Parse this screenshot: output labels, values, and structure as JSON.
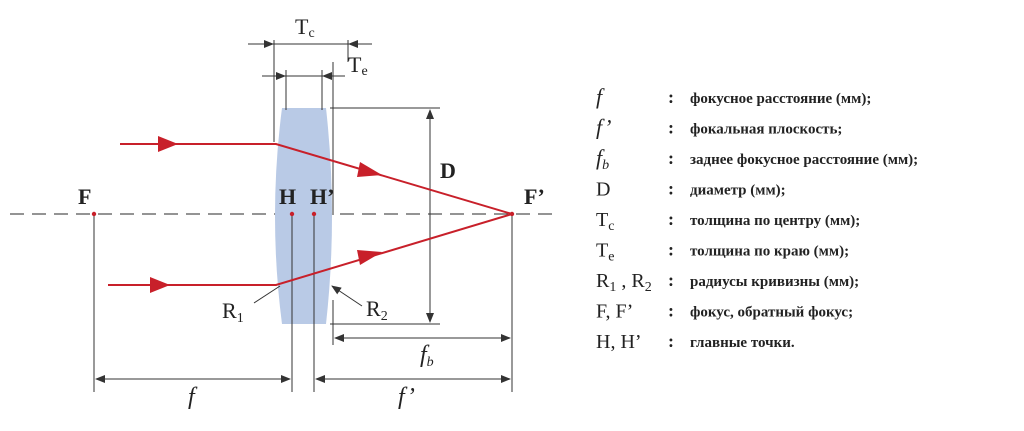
{
  "colors": {
    "ray": "#c8202a",
    "lens": "#b9cae6",
    "line": "#333333",
    "axis": "#555555"
  },
  "labels": {
    "F": "F",
    "F_prime": "F’",
    "H": "H",
    "H_prime": "H’",
    "D": "D",
    "Tc_main": "T",
    "Tc_sub": "c",
    "Te_main": "T",
    "Te_sub": "e",
    "R1_main": "R",
    "R1_sub": "1",
    "R2_main": "R",
    "R2_sub": "2",
    "f": "f",
    "f_prime": "f’",
    "fb_main": "f",
    "fb_sub": "b"
  },
  "legend": [
    {
      "sym": "f",
      "sub": "",
      "italic": true,
      "desc": "фокусное расстояние (мм);"
    },
    {
      "sym": "f’",
      "sub": "",
      "italic": true,
      "desc": "фокальная плоскость;"
    },
    {
      "sym": "f",
      "sub": "b",
      "italic": true,
      "desc": "заднее фокусное расстояние (мм);"
    },
    {
      "sym": "D",
      "sub": "",
      "italic": false,
      "desc": "диаметр (мм);"
    },
    {
      "sym": "T",
      "sub": "c",
      "italic": false,
      "desc": "толщина по центру (мм);"
    },
    {
      "sym": "T",
      "sub": "e",
      "italic": false,
      "desc": "толщина по краю (мм);"
    },
    {
      "sym": "R",
      "sub": "1",
      "sym2": " , R",
      "sub2": "2",
      "italic": false,
      "desc": "радиусы кривизны (мм);"
    },
    {
      "sym": "F, F’",
      "sub": "",
      "italic": false,
      "desc": "фокус, обратный фокус;"
    },
    {
      "sym": "H, H’",
      "sub": "",
      "italic": false,
      "desc": "главные точки."
    }
  ],
  "colon": ":"
}
